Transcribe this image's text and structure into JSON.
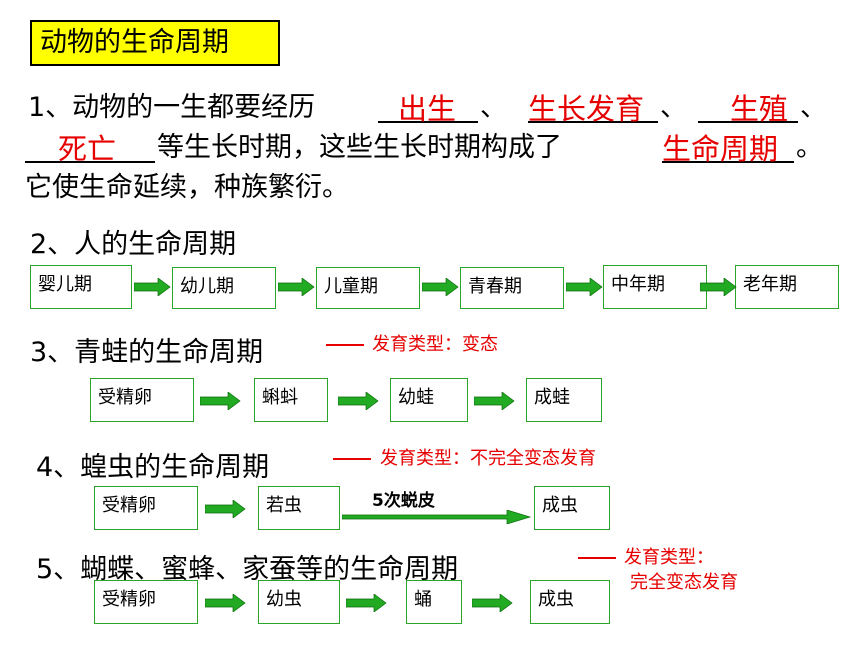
{
  "title": "动物的生命周期",
  "q1": {
    "prefix": "1、动物的一生都要经历",
    "sep1": "、",
    "sep2": "、",
    "sep3": "、",
    "mid": "等生长时期，这些生长时期构成了",
    "end": "。",
    "line3": "它使生命延续，种族繁衍。",
    "answers": [
      "出生",
      "生长发育",
      "生殖",
      "死亡",
      "生命周期"
    ]
  },
  "s2": {
    "heading": "2、人的生命周期",
    "stages": [
      "婴儿期",
      "幼儿期",
      "儿童期",
      "青春期",
      "中年期",
      "老年期"
    ]
  },
  "s3": {
    "heading": "3、青蛙的生命周期",
    "note": "发育类型：变态",
    "stages": [
      "受精卵",
      "蝌蚪",
      "幼蛙",
      "成蛙"
    ]
  },
  "s4": {
    "heading": "4、蝗虫的生命周期",
    "note": "发育类型：不完全变态发育",
    "stages": [
      "受精卵",
      "若虫",
      "成虫"
    ],
    "arrow_label": "5次蜕皮"
  },
  "s5": {
    "heading": "5、蝴蝶、蜜蜂、家蚕等的生命周期",
    "note_line1": "发育类型：",
    "note_line2": "完全变态发育",
    "stages": [
      "受精卵",
      "幼虫",
      "蛹",
      "成虫"
    ]
  },
  "colors": {
    "title_bg": "#ffff00",
    "answer": "#e60000",
    "box_border": "#2aa52a",
    "arrow": "#22aa22"
  }
}
